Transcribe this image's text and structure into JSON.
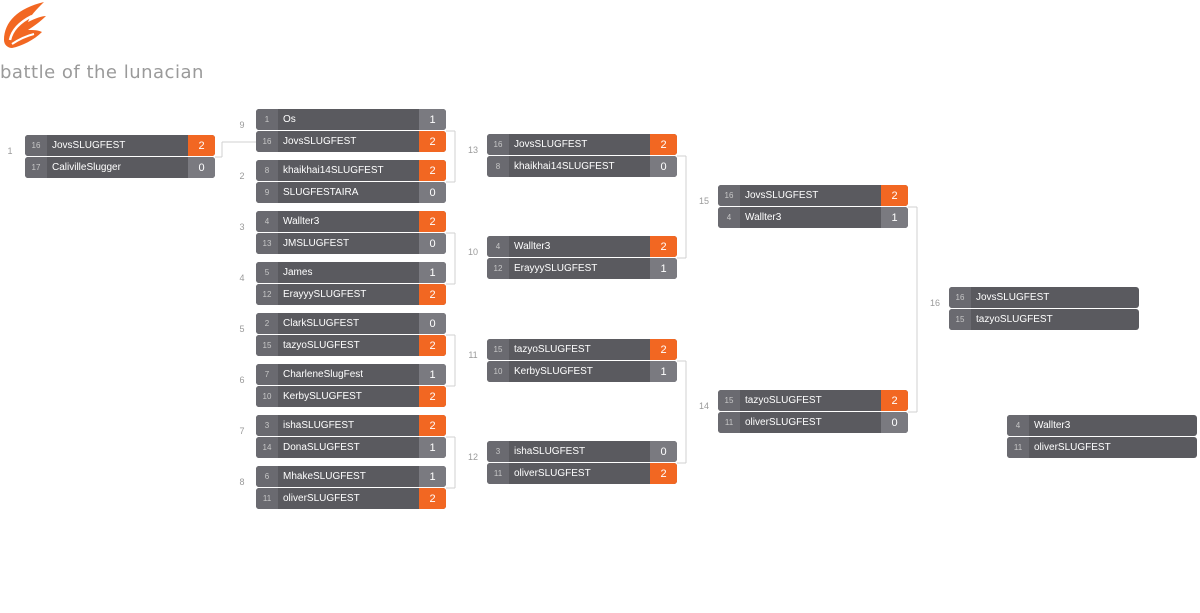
{
  "app": {
    "title": "battle of the lunacian",
    "logo_icon": "wing-logo",
    "accent_color": "#f26722"
  },
  "bracket": {
    "matches": [
      {
        "num": "1",
        "players": [
          {
            "seed": "16",
            "name": "JovsSLUGFEST",
            "score": "2",
            "win": true
          },
          {
            "seed": "17",
            "name": "CalivilleSlugger",
            "score": "0",
            "win": false
          }
        ]
      },
      {
        "num": "9",
        "players": [
          {
            "seed": "1",
            "name": "Os",
            "score": "1",
            "win": false
          },
          {
            "seed": "16",
            "name": "JovsSLUGFEST",
            "score": "2",
            "win": true
          }
        ]
      },
      {
        "num": "2",
        "players": [
          {
            "seed": "8",
            "name": "khaikhai14SLUGFEST",
            "score": "2",
            "win": true
          },
          {
            "seed": "9",
            "name": "SLUGFESTAIRA",
            "score": "0",
            "win": false
          }
        ]
      },
      {
        "num": "3",
        "players": [
          {
            "seed": "4",
            "name": "Wallter3",
            "score": "2",
            "win": true
          },
          {
            "seed": "13",
            "name": "JMSLUGFEST",
            "score": "0",
            "win": false
          }
        ]
      },
      {
        "num": "4",
        "players": [
          {
            "seed": "5",
            "name": "James",
            "score": "1",
            "win": false
          },
          {
            "seed": "12",
            "name": "ErayyySLUGFEST",
            "score": "2",
            "win": true
          }
        ]
      },
      {
        "num": "5",
        "players": [
          {
            "seed": "2",
            "name": "ClarkSLUGFEST",
            "score": "0",
            "win": false
          },
          {
            "seed": "15",
            "name": "tazyoSLUGFEST",
            "score": "2",
            "win": true
          }
        ]
      },
      {
        "num": "6",
        "players": [
          {
            "seed": "7",
            "name": "CharleneSlugFest",
            "score": "1",
            "win": false
          },
          {
            "seed": "10",
            "name": "KerbySLUGFEST",
            "score": "2",
            "win": true
          }
        ]
      },
      {
        "num": "7",
        "players": [
          {
            "seed": "3",
            "name": "ishaSLUGFEST",
            "score": "2",
            "win": true
          },
          {
            "seed": "14",
            "name": "DonaSLUGFEST",
            "score": "1",
            "win": false
          }
        ]
      },
      {
        "num": "8",
        "players": [
          {
            "seed": "6",
            "name": "MhakeSLUGFEST",
            "score": "1",
            "win": false
          },
          {
            "seed": "11",
            "name": "oliverSLUGFEST",
            "score": "2",
            "win": true
          }
        ]
      },
      {
        "num": "13",
        "players": [
          {
            "seed": "16",
            "name": "JovsSLUGFEST",
            "score": "2",
            "win": true
          },
          {
            "seed": "8",
            "name": "khaikhai14SLUGFEST",
            "score": "0",
            "win": false
          }
        ]
      },
      {
        "num": "10",
        "players": [
          {
            "seed": "4",
            "name": "Wallter3",
            "score": "2",
            "win": true
          },
          {
            "seed": "12",
            "name": "ErayyySLUGFEST",
            "score": "1",
            "win": false
          }
        ]
      },
      {
        "num": "11",
        "players": [
          {
            "seed": "15",
            "name": "tazyoSLUGFEST",
            "score": "2",
            "win": true
          },
          {
            "seed": "10",
            "name": "KerbySLUGFEST",
            "score": "1",
            "win": false
          }
        ]
      },
      {
        "num": "12",
        "players": [
          {
            "seed": "3",
            "name": "ishaSLUGFEST",
            "score": "0",
            "win": false
          },
          {
            "seed": "11",
            "name": "oliverSLUGFEST",
            "score": "2",
            "win": true
          }
        ]
      },
      {
        "num": "15",
        "players": [
          {
            "seed": "16",
            "name": "JovsSLUGFEST",
            "score": "2",
            "win": true
          },
          {
            "seed": "4",
            "name": "Wallter3",
            "score": "1",
            "win": false
          }
        ]
      },
      {
        "num": "14",
        "players": [
          {
            "seed": "15",
            "name": "tazyoSLUGFEST",
            "score": "2",
            "win": true
          },
          {
            "seed": "11",
            "name": "oliverSLUGFEST",
            "score": "0",
            "win": false
          }
        ]
      },
      {
        "num": "16",
        "players": [
          {
            "seed": "16",
            "name": "JovsSLUGFEST",
            "score": "",
            "win": false
          },
          {
            "seed": "15",
            "name": "tazyoSLUGFEST",
            "score": "",
            "win": false
          }
        ]
      },
      {
        "num": "",
        "players": [
          {
            "seed": "4",
            "name": "Wallter3",
            "score": "",
            "win": false
          },
          {
            "seed": "11",
            "name": "oliverSLUGFEST",
            "score": "",
            "win": false
          }
        ]
      }
    ]
  }
}
